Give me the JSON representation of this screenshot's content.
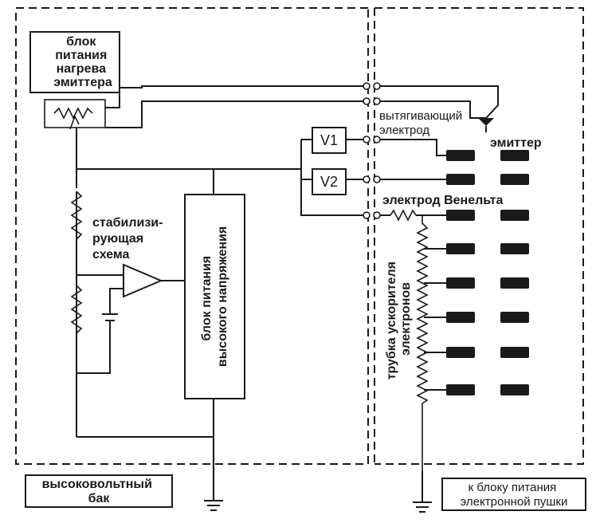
{
  "labels": {
    "heater_supply": [
      "блок",
      "питания",
      "нагрева",
      "эмиттера"
    ],
    "extractor": [
      "вытягивающий",
      "электрод"
    ],
    "emitter": "эмиттер",
    "v1": "V1",
    "v2": "V2",
    "wehnelt": "электрод Венельта",
    "stabilizer": [
      "стабилизи-",
      "рующая",
      "схема"
    ],
    "hv_supply": [
      "блок питания",
      "высокого напряжения"
    ],
    "accel_tube": [
      "трубка ускорителя",
      "электронов"
    ],
    "hv_tank": [
      "высоковольтный",
      "бак"
    ],
    "to_gun_supply": [
      "к блоку питания",
      "электронной пушки"
    ]
  }
}
